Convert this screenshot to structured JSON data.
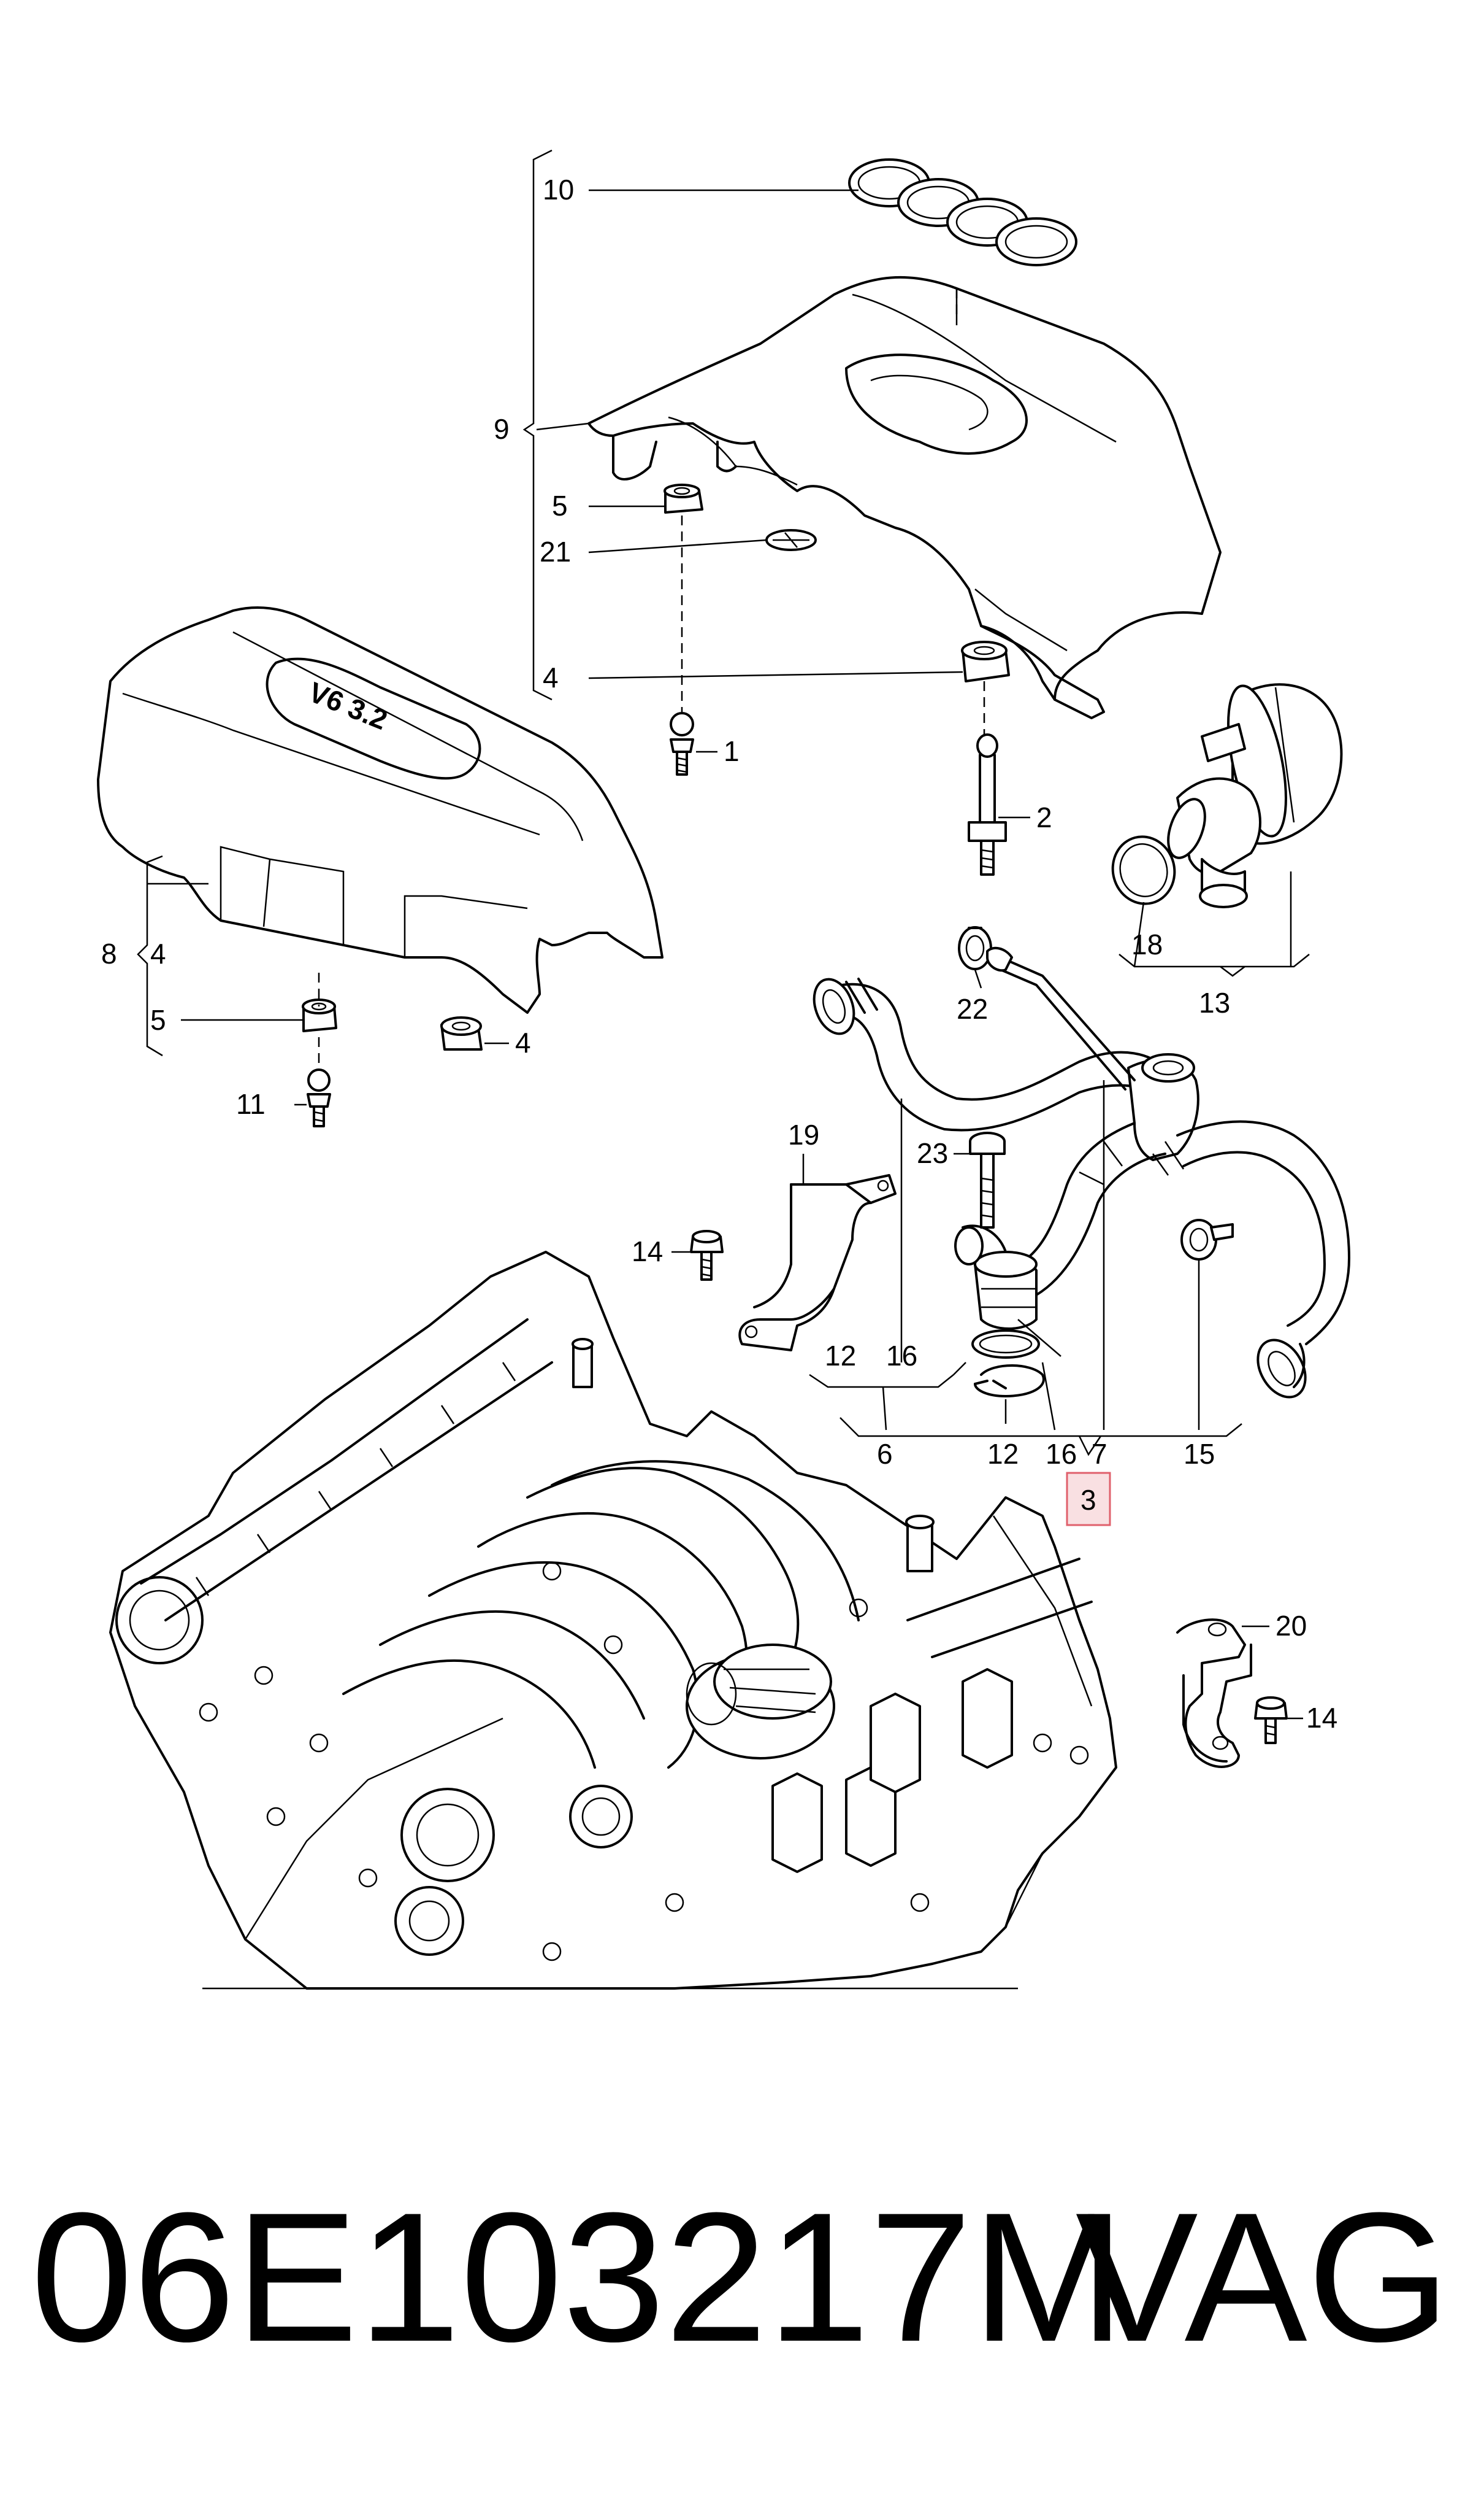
{
  "diagram": {
    "callouts": {
      "c1": "1",
      "c2": "2",
      "c3": "3",
      "c4a": "4",
      "c4b": "4",
      "c4c": "4",
      "c5a": "5",
      "c5b": "5",
      "c6": "6",
      "c7": "7",
      "c8": "8",
      "c9": "9",
      "c10": "10",
      "c11": "11",
      "c12a": "12",
      "c12b": "12",
      "c13": "13",
      "c14a": "14",
      "c14b": "14",
      "c15": "15",
      "c16a": "16",
      "c16b": "16",
      "c18": "18",
      "c19": "19",
      "c20": "20",
      "c21": "21",
      "c22": "22",
      "c23": "23"
    },
    "engine_cover_badge": "V6 3.2",
    "highlight_color": "#e0606c"
  },
  "footer": {
    "part_number": "06E103217M",
    "brand": "VAG"
  }
}
